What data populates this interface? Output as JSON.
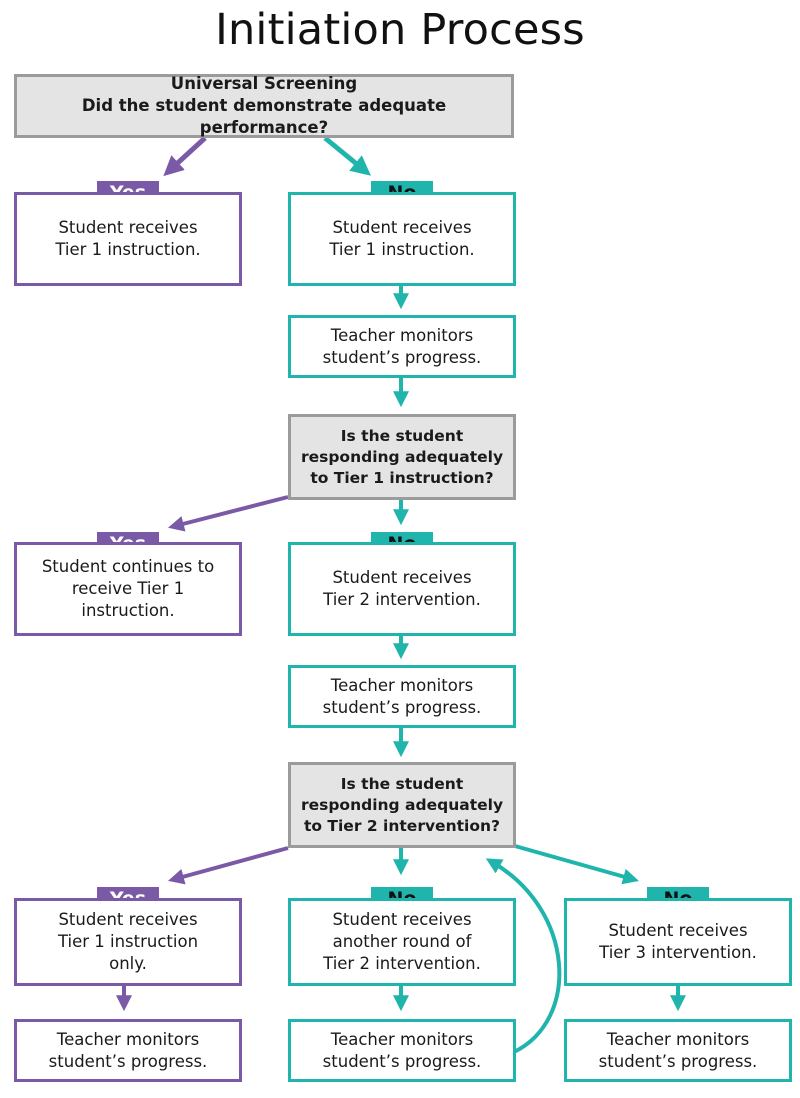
{
  "title": "Initiation Process",
  "colors": {
    "yes": "#7a5aa6",
    "no": "#1fb5ad",
    "question_fill": "#e4e4e4",
    "question_border": "#9b9b9b"
  },
  "screening": {
    "line1": "Universal Screening",
    "line2": "Did the student demonstrate adequate performance?"
  },
  "labels": {
    "yes": "Yes",
    "no": "No"
  },
  "level1": {
    "yes_box": {
      "line1": "Student receives",
      "line2": "Tier 1 instruction."
    },
    "no_box": {
      "line1": "Student receives",
      "line2": "Tier 1 instruction."
    },
    "monitor": {
      "line1": "Teacher monitors",
      "line2": "student’s progress."
    },
    "question": {
      "line1": "Is the student",
      "line2": "responding adequately",
      "line3": "to Tier 1 instruction?"
    }
  },
  "level2": {
    "yes_box": {
      "line1": "Student continues to",
      "line2": "receive Tier 1",
      "line3": "instruction."
    },
    "no_box": {
      "line1": "Student receives",
      "line2": "Tier 2 intervention."
    },
    "monitor": {
      "line1": "Teacher monitors",
      "line2": "student’s progress."
    },
    "question": {
      "line1": "Is the student",
      "line2": "responding adequately",
      "line3": "to Tier 2 intervention?"
    }
  },
  "level3": {
    "yes_box": {
      "line1": "Student receives",
      "line2": "Tier 1 instruction",
      "line3": "only."
    },
    "no_mid_box": {
      "line1": "Student receives",
      "line2": "another round of",
      "line3": "Tier 2 intervention."
    },
    "no_right_box": {
      "line1": "Student receives",
      "line2": "Tier 3 intervention."
    },
    "monitor_left": {
      "line1": "Teacher monitors",
      "line2": "student’s progress."
    },
    "monitor_mid": {
      "line1": "Teacher monitors",
      "line2": "student’s progress."
    },
    "monitor_right": {
      "line1": "Teacher monitors",
      "line2": "student’s progress."
    }
  }
}
